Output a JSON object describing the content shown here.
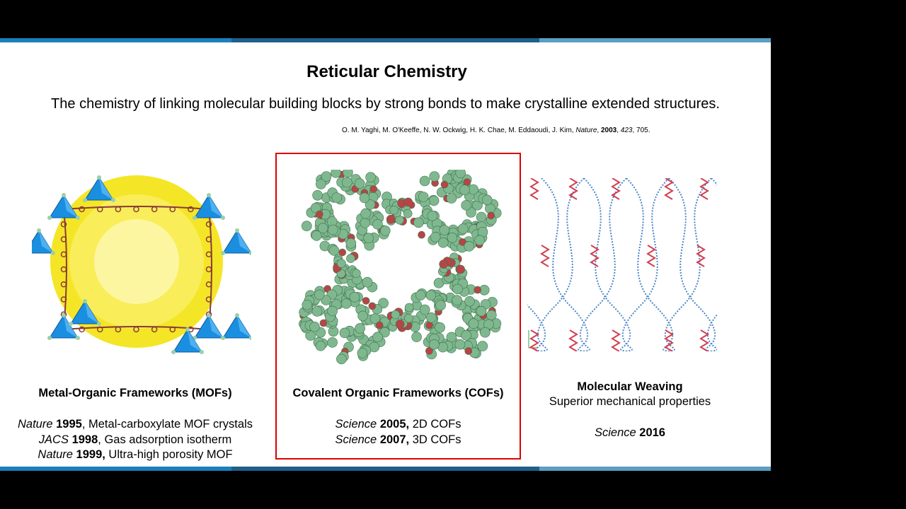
{
  "slide": {
    "title": "Reticular Chemistry",
    "subtitle": "The chemistry of linking molecular building blocks by strong bonds to make crystalline extended structures.",
    "reference": {
      "authors": "O. M. Yaghi, M. O'Keeffe, N. W. Ockwig, H. K. Chae, M. Eddaoudi, J. Kim, ",
      "journal": "Nature",
      "sep1": ", ",
      "year": "2003",
      "sep2": ", ",
      "volume": "423",
      "pages": ", 705."
    },
    "colors": {
      "bar_light": "#5a9ec4",
      "bar_dark": "#1f5f8b",
      "highlight_border": "#dd0000",
      "mof_tetra": "#1a8fe0",
      "mof_sphere": "#f2e200",
      "cof_atom": "#7fb88f",
      "cof_oxygen": "#b84545",
      "weave_blue": "#4a86c8",
      "weave_red": "#d04050"
    },
    "panels": {
      "mof": {
        "heading": "Metal-Organic Frameworks (MOFs)",
        "lines": [
          {
            "journal": "Nature",
            "year": "1995",
            "rest": ", Metal-carboxylate MOF crystals"
          },
          {
            "journal": "JACS",
            "year": "1998",
            "rest": ", Gas adsorption isotherm"
          },
          {
            "journal": "Nature",
            "year": "1999,",
            "rest": " Ultra-high porosity MOF"
          }
        ]
      },
      "cof": {
        "heading": "Covalent Organic Frameworks (COFs)",
        "lines": [
          {
            "journal": "Science",
            "year": "2005,",
            "rest": " 2D COFs"
          },
          {
            "journal": "Science",
            "year": "2007,",
            "rest": " 3D COFs"
          }
        ]
      },
      "weaving": {
        "heading": "Molecular Weaving",
        "subheading": "Superior mechanical properties",
        "line": {
          "journal": "Science",
          "year": "2016"
        }
      }
    }
  }
}
